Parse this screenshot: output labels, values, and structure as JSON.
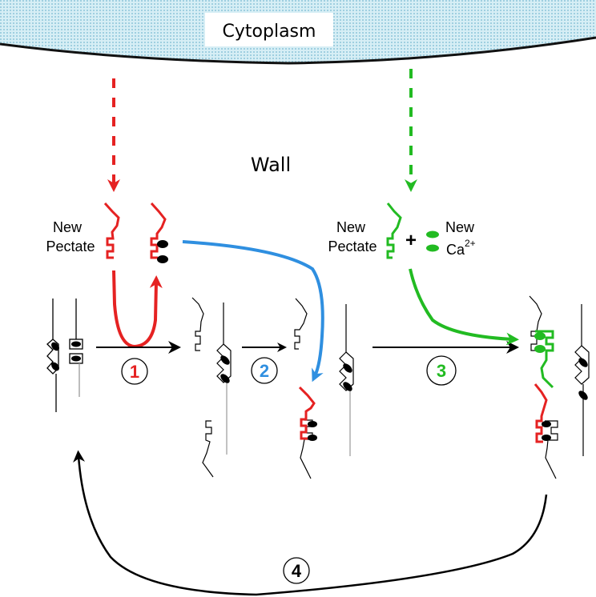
{
  "regions": {
    "cytoplasm_label": "Cytoplasm",
    "wall_label": "Wall"
  },
  "labels": {
    "red_new_pectate_line1": "New",
    "red_new_pectate_line2": "Pectate",
    "green_new_pectate_line1": "New",
    "green_new_pectate_line2": "Pectate",
    "plus_sign": "+",
    "new_calcium_line1": "New",
    "new_calcium_base": "Ca",
    "new_calcium_charge": "2+"
  },
  "steps": [
    {
      "number": "1",
      "color": "#e52222"
    },
    {
      "number": "2",
      "color": "#2f8fe0"
    },
    {
      "number": "3",
      "color": "#22bb22"
    },
    {
      "number": "4",
      "color": "#000000"
    }
  ],
  "colors": {
    "cytoplasm_fill": "#bfe3ee",
    "membrane": "#111111",
    "red_pectate": "#e52222",
    "green_pectate": "#22bb22",
    "blue_arrow": "#2f8fe0",
    "old_pectate": "#000000",
    "calcium_old": "#000000",
    "calcium_new": "#22bb22"
  }
}
